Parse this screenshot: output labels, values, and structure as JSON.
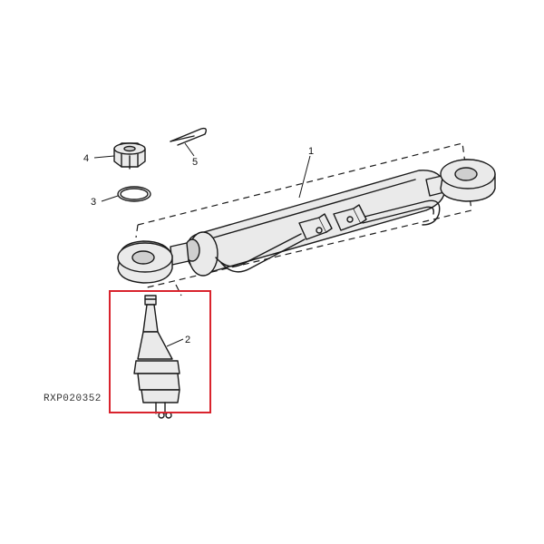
{
  "figure_code": "RXP020352",
  "parts": [
    {
      "number": "1"
    },
    {
      "number": "2"
    },
    {
      "number": "3"
    },
    {
      "number": "4"
    },
    {
      "number": "5"
    }
  ],
  "highlight_color": "#d9232d",
  "line_color": "#1a1a1a"
}
